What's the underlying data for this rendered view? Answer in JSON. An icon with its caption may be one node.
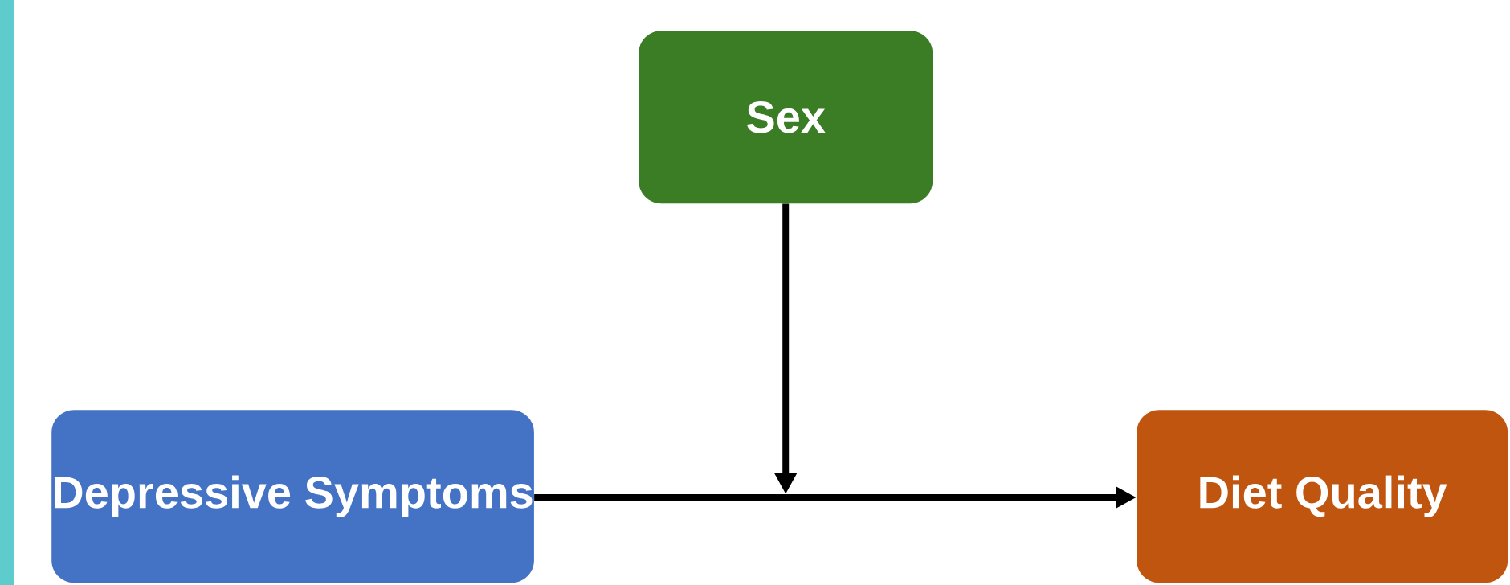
{
  "diagram": {
    "nodes": [
      {
        "text": [
          "Depressive Symptoms"
        ]
      },
      {
        "text": [
          "Sex"
        ]
      },
      {
        "text": [
          "Diet Quality"
        ]
      }
    ],
    "edges": [
      {
        "from": 0,
        "to": 2,
        "arrow": "to"
      },
      {
        "from": 1,
        "to": null,
        "arrow": "to"
      }
    ]
  }
}
